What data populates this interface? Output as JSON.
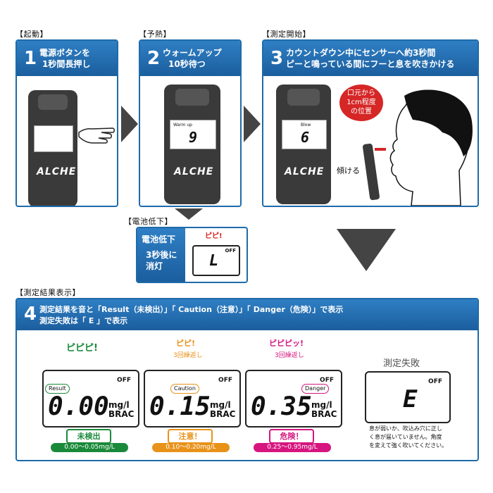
{
  "labels": {
    "startup": "【起動】",
    "preheat": "【予熱】",
    "measure_start": "【測定開始】",
    "low_battery": "【電池低下】",
    "result_display": "【測定結果表示】"
  },
  "step1": {
    "num": "1",
    "line1": "電源ボタンを",
    "line2": "1秒間長押し"
  },
  "step2": {
    "num": "2",
    "line1": "ウォームアップ",
    "line2": "10秒待つ",
    "screen_label": "Warm up",
    "screen_digit": "9"
  },
  "step3": {
    "num": "3",
    "line1": "カウントダウン中にセンサーへ約3秒間",
    "line2": "ピーと鳴っている間にフーと息を吹きかける",
    "screen_label": "Blow",
    "screen_digit": "6",
    "bubble1": "口元から",
    "bubble2": "1cm程度",
    "bubble3": "の位置",
    "tilt": "傾ける"
  },
  "device_logo": "ALCHE",
  "battery": {
    "line1": "電池低下",
    "line2": "3秒後に",
    "line3": "消灯",
    "beep": "ピピ!",
    "off": "OFF",
    "digit": "L"
  },
  "step4": {
    "num": "4",
    "line1": "測定結果を音と「Result（未検出）」「 Caution（注意）」「 Danger（危険）」で表示",
    "line2": "測定失敗は「 E 」で表示"
  },
  "results": [
    {
      "beep": "ピピピ!",
      "repeat": "",
      "badge": "Result",
      "value": "0.00",
      "unit1": "mg/l",
      "unit2": "BRAC",
      "off": "OFF",
      "tag": "未検出",
      "range": "0.00～0.05mg/L",
      "color": "#1a8a3a"
    },
    {
      "beep": "ピピ!",
      "repeat": "3回繰返し",
      "badge": "Caution",
      "value": "0.15",
      "unit1": "mg/l",
      "unit2": "BRAC",
      "off": "OFF",
      "tag": "注意！",
      "range": "0.10～0.20mg/L",
      "color": "#e8921a"
    },
    {
      "beep": "ピピピッ!",
      "repeat": "3回繰返し",
      "badge": "Danger",
      "value": "0.35",
      "unit1": "mg/l",
      "unit2": "BRAC",
      "off": "OFF",
      "tag": "危険！",
      "range": "0.25～0.95mg/L",
      "color": "#d6157f"
    }
  ],
  "failure": {
    "title": "測定失敗",
    "off": "OFF",
    "digit": "E",
    "note1": "息が弱いか、吹込み穴に正し",
    "note2": "く息が届いていません。角度",
    "note3": "を変えて強く吹いてください。"
  }
}
